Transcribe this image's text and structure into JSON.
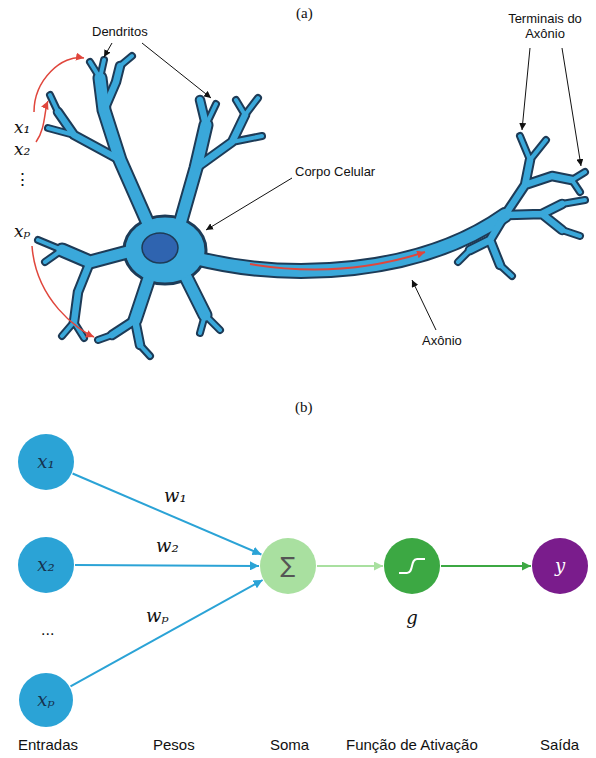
{
  "diagram": {
    "nodes": [
      {
        "text": [
          "x₁"
        ]
      },
      {
        "text": [
          "x₂"
        ]
      },
      {
        "text": [
          "xₚ"
        ]
      },
      {
        "text": [
          "∑"
        ]
      },
      {
        "text": [
          "g"
        ]
      },
      {
        "text": [
          "y"
        ]
      }
    ],
    "edges": [
      {
        "from": 0,
        "to": 3,
        "label": "w₁",
        "arrow": "to"
      },
      {
        "from": 1,
        "to": 3,
        "label": "w₂",
        "arrow": "to"
      },
      {
        "from": 2,
        "to": 3,
        "label": "wₚ",
        "arrow": "to"
      },
      {
        "from": 3,
        "to": 4,
        "arrow": "to"
      },
      {
        "from": 4,
        "to": 5,
        "arrow": "to"
      }
    ],
    "labels": [
      "(a)",
      "Dendritos",
      "Terminais do Axônio",
      "Corpo Celular",
      "Axônio",
      "x₁",
      "x₂",
      "⋮",
      "xₚ",
      "(b)",
      "...",
      "Entradas",
      "Pesos",
      "Soma",
      "Função de Ativação",
      "Saída"
    ]
  }
}
